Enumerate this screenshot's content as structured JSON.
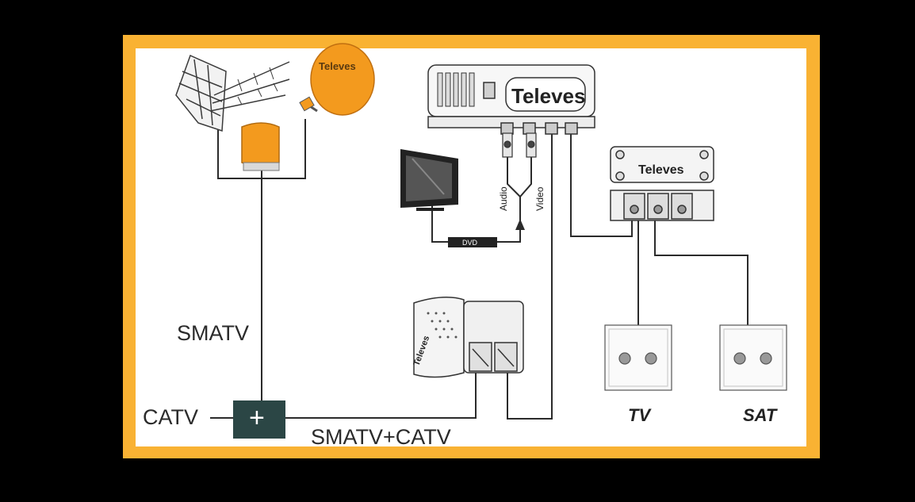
{
  "labels": {
    "smatv": "SMATV",
    "catv": "CATV",
    "smatv_catv": "SMATV+CATV",
    "tv": "TV",
    "sat": "SAT",
    "audio": "Audio",
    "video": "Video",
    "dvd": "DVD",
    "plus": "+"
  },
  "brand": {
    "logo_text": "Televes"
  },
  "colors": {
    "frame": "#f9b233",
    "background": "#000000",
    "panel": "#ffffff",
    "line": "#2b2b2b",
    "accent_orange": "#f39a1e",
    "combiner": "#2b4645"
  },
  "icons": [
    "terrestrial-antenna-icon",
    "satellite-dish-icon",
    "lnb-icon",
    "amplifier-icon",
    "tv-screen-icon",
    "multiswitch-icon",
    "distribution-amplifier-icon",
    "wall-outlet-icon"
  ]
}
